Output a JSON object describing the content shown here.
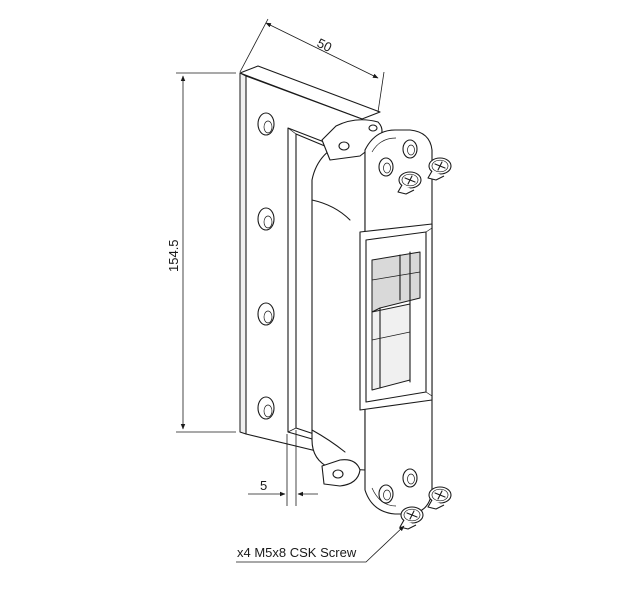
{
  "dimensions": {
    "width_label": "50",
    "height_label": "154.5",
    "offset_label": "5"
  },
  "callout": {
    "screw_label": "x4 M5x8 CSK Screw"
  }
}
